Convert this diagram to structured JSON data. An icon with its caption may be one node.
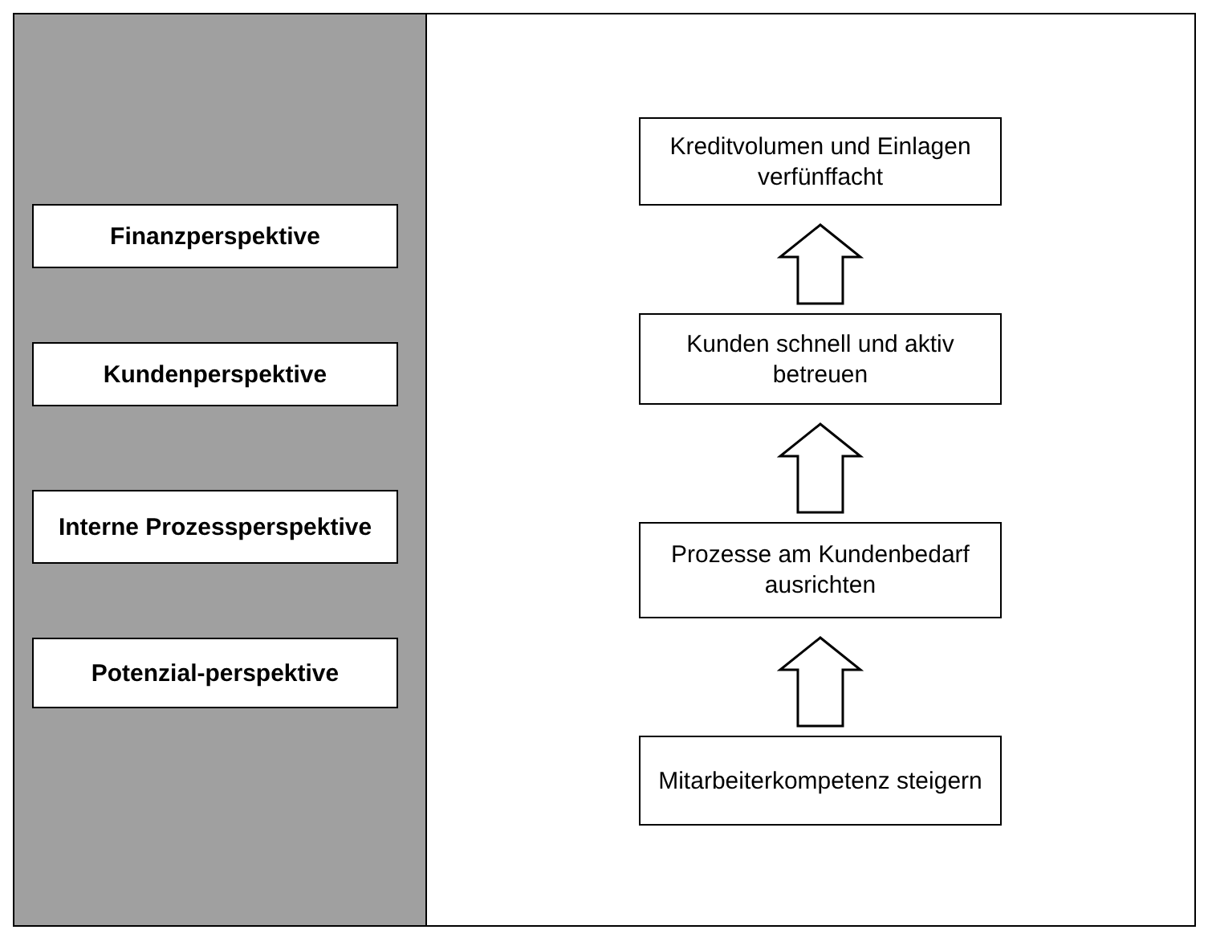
{
  "diagram": {
    "nodes": [
      {
        "text": [
          "Finanzperspektive"
        ]
      },
      {
        "text": [
          "Kundenperspektive"
        ]
      },
      {
        "text": [
          "Interne Prozessperspektive"
        ]
      },
      {
        "text": [
          "Potenzial-perspektive"
        ]
      },
      {
        "text": [
          "Kreditvolumen und Einlagen verfünffacht"
        ]
      },
      {
        "text": [
          "Kunden schnell und aktiv betreuen"
        ]
      },
      {
        "text": [
          "Prozesse am Kundenbedarf ausrichten"
        ]
      },
      {
        "text": [
          "Mitarbeiterkompetenz steigern"
        ]
      }
    ],
    "edges": [
      {
        "from": 5,
        "to": 4,
        "arrow": "to"
      },
      {
        "from": 6,
        "to": 5,
        "arrow": "to"
      },
      {
        "from": 7,
        "to": 6,
        "arrow": "to"
      }
    ]
  }
}
